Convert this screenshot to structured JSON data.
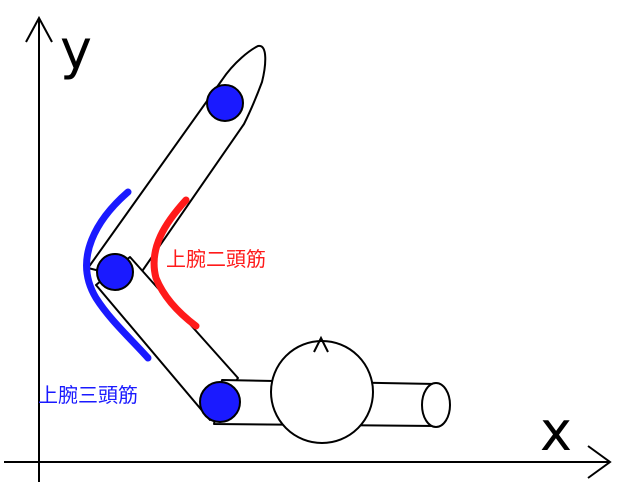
{
  "axes": {
    "x_label": "x",
    "y_label": "y"
  },
  "muscles": {
    "biceps": {
      "label": "上腕二頭筋",
      "color": "#ff1a1a"
    },
    "triceps": {
      "label": "上腕三頭筋",
      "color": "#1a1aff"
    }
  },
  "joint_color": "#1a1aff",
  "outline_color": "#000000"
}
